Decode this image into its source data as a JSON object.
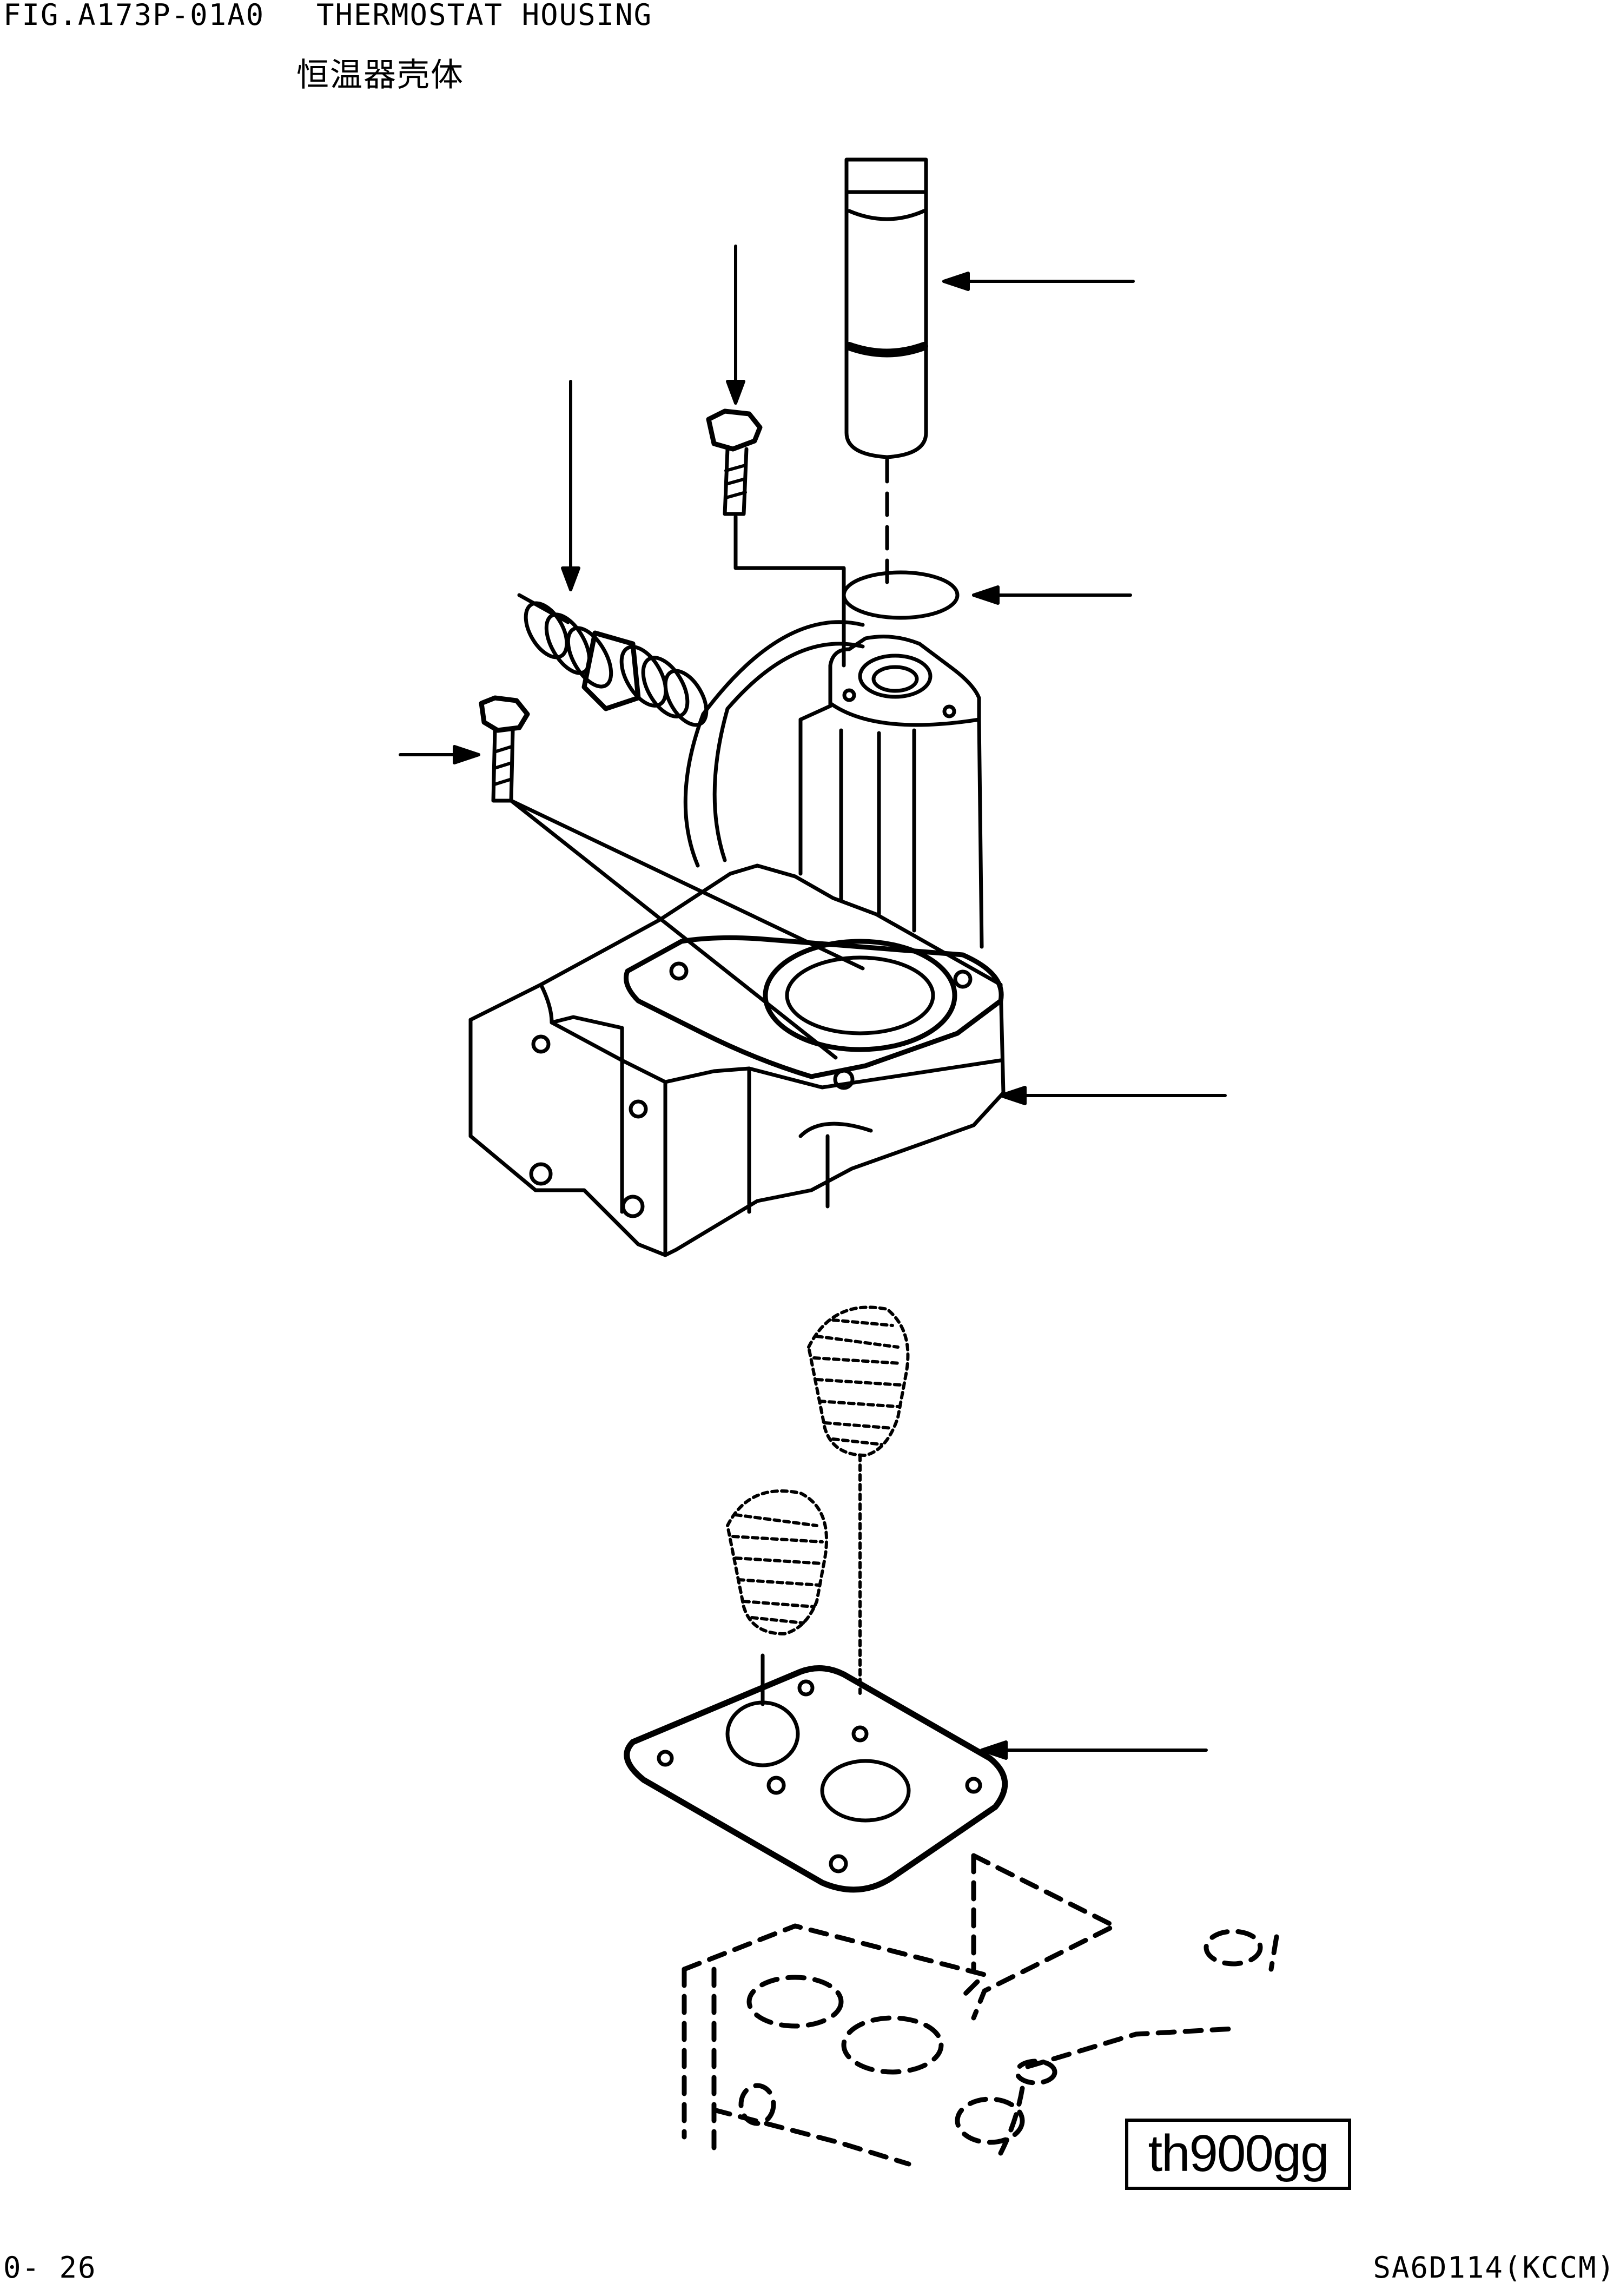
{
  "header": {
    "figure_label": "FIG.A173P-01A0",
    "title": "THERMOSTAT HOUSING",
    "subtitle": "恒温器壳体"
  },
  "footer": {
    "page_number": "0- 26",
    "model_code": "SA6D114(KCCM)"
  },
  "drawing_code": "th900gg",
  "colors": {
    "ink": "#000000",
    "paper": "#ffffff"
  }
}
